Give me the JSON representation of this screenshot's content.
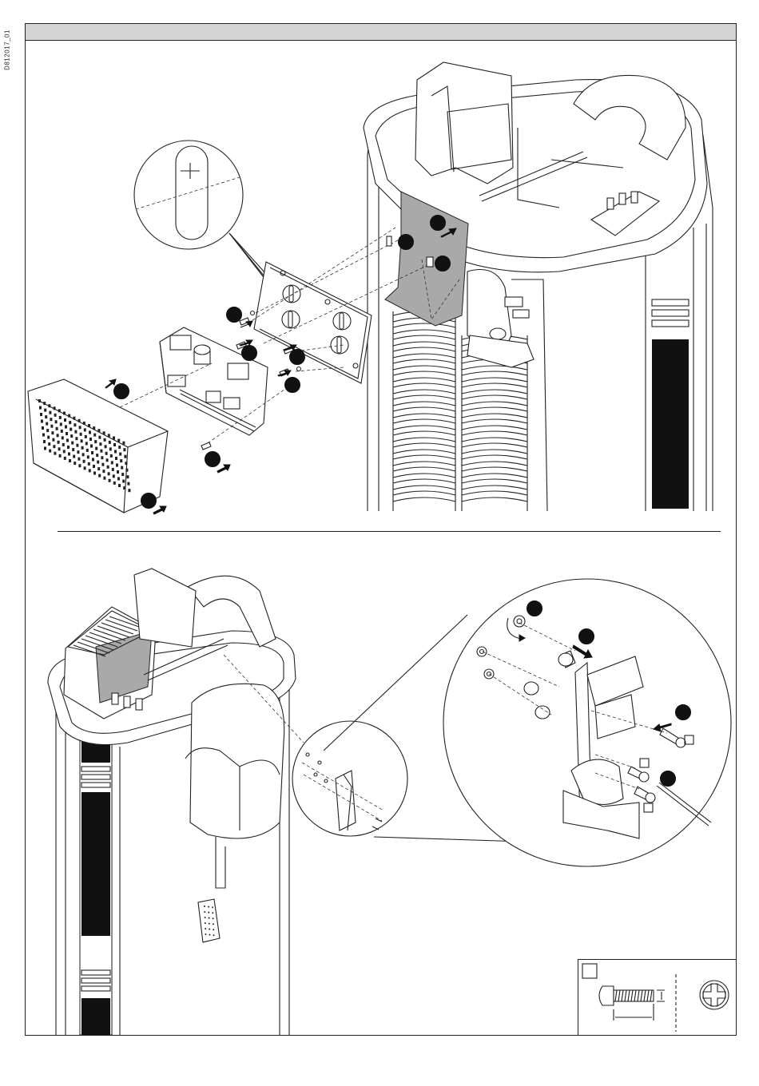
{
  "document": {
    "side_code": "D812017_01",
    "header_title": ""
  },
  "colors": {
    "ink": "#222222",
    "header_band": "#d4d4d4",
    "plate_fill": "#a9a9a9"
  },
  "callouts_top": [
    {
      "id": "c1"
    },
    {
      "id": "c2"
    },
    {
      "id": "c3"
    },
    {
      "id": "c4"
    },
    {
      "id": "c5"
    },
    {
      "id": "c6"
    },
    {
      "id": "c7"
    },
    {
      "id": "c8"
    },
    {
      "id": "c9"
    },
    {
      "id": "c10"
    },
    {
      "id": "c11"
    }
  ],
  "callouts_bottom": [
    {
      "id": "d1"
    },
    {
      "id": "d2"
    },
    {
      "id": "d3"
    },
    {
      "id": "d4"
    }
  ]
}
